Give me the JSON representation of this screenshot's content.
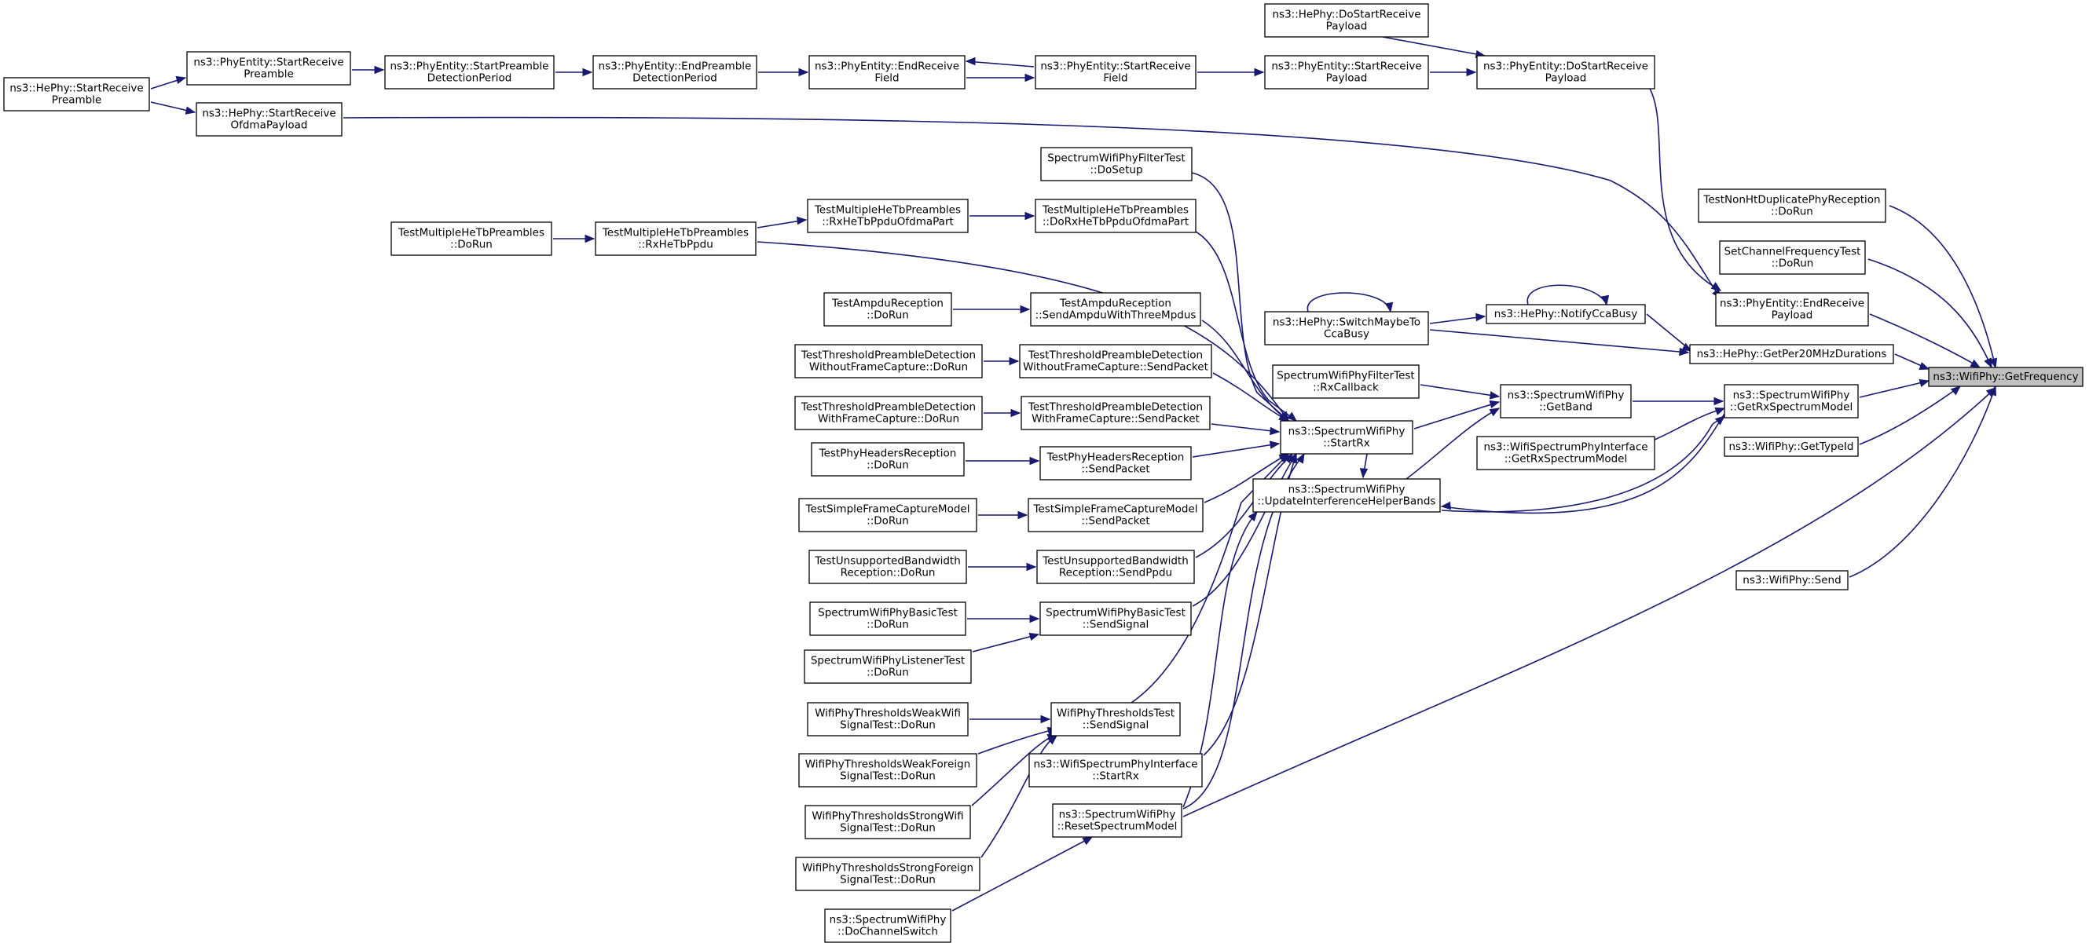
{
  "graph": {
    "colors": {
      "edge": "#191970",
      "node_border": "#000000",
      "root_fill": "#bfbfbf",
      "node_fill": "#ffffff",
      "background": "#ffffff"
    },
    "root": "ns3::WifiPhy::GetFrequency",
    "nodes": [
      {
        "id": "n0",
        "lines": [
          "ns3::WifiPhy::GetFrequency"
        ]
      },
      {
        "id": "n1",
        "lines": [
          "TestNonHtDuplicatePhyReception",
          "::DoRun"
        ]
      },
      {
        "id": "n2",
        "lines": [
          "SetChannelFrequencyTest",
          "::DoRun"
        ]
      },
      {
        "id": "n3",
        "lines": [
          "ns3::PhyEntity::EndReceive",
          "Payload"
        ]
      },
      {
        "id": "n4",
        "lines": [
          "ns3::HePhy::GetPer20MHzDurations"
        ]
      },
      {
        "id": "n5",
        "lines": [
          "ns3::SpectrumWifiPhy",
          "::GetRxSpectrumModel"
        ]
      },
      {
        "id": "n6",
        "lines": [
          "ns3::WifiPhy::GetTypeId"
        ]
      },
      {
        "id": "n7",
        "lines": [
          "ns3::WifiPhy::Send"
        ]
      },
      {
        "id": "n8",
        "lines": [
          "ns3::HePhy::DoStartReceive",
          "Payload"
        ]
      },
      {
        "id": "n9",
        "lines": [
          "ns3::PhyEntity::DoStartReceive",
          "Payload"
        ]
      },
      {
        "id": "n10",
        "lines": [
          "ns3::PhyEntity::StartReceive",
          "Payload"
        ]
      },
      {
        "id": "n11",
        "lines": [
          "ns3::PhyEntity::StartReceive",
          "Field"
        ]
      },
      {
        "id": "n12",
        "lines": [
          "ns3::PhyEntity::EndReceive",
          "Field"
        ]
      },
      {
        "id": "n13",
        "lines": [
          "ns3::PhyEntity::EndPreamble",
          "DetectionPeriod"
        ]
      },
      {
        "id": "n14",
        "lines": [
          "ns3::PhyEntity::StartPreamble",
          "DetectionPeriod"
        ]
      },
      {
        "id": "n15",
        "lines": [
          "ns3::PhyEntity::StartReceive",
          "Preamble"
        ]
      },
      {
        "id": "n16",
        "lines": [
          "ns3::HePhy::StartReceive",
          "Preamble"
        ]
      },
      {
        "id": "n17",
        "lines": [
          "ns3::HePhy::StartReceive",
          "OfdmaPayload"
        ]
      },
      {
        "id": "n18",
        "lines": [
          "ns3::HePhy::NotifyCcaBusy"
        ]
      },
      {
        "id": "n19",
        "lines": [
          "ns3::HePhy::SwitchMaybeTo",
          "CcaBusy"
        ]
      },
      {
        "id": "n20",
        "lines": [
          "ns3::SpectrumWifiPhy",
          "::GetBand"
        ]
      },
      {
        "id": "n21",
        "lines": [
          "ns3::WifiSpectrumPhyInterface",
          "::GetRxSpectrumModel"
        ]
      },
      {
        "id": "n22",
        "lines": [
          "ns3::SpectrumWifiPhy",
          "::UpdateInterferenceHelperBands"
        ]
      },
      {
        "id": "n23",
        "lines": [
          "SpectrumWifiPhyFilterTest",
          "::RxCallback"
        ]
      },
      {
        "id": "n24",
        "lines": [
          "ns3::SpectrumWifiPhy",
          "::StartRx"
        ]
      },
      {
        "id": "n25",
        "lines": [
          "SpectrumWifiPhyFilterTest",
          "::DoSetup"
        ]
      },
      {
        "id": "n26",
        "lines": [
          "TestMultipleHeTbPreambles",
          "::DoRxHeTbPpduOfdmaPart"
        ]
      },
      {
        "id": "n27",
        "lines": [
          "TestMultipleHeTbPreambles",
          "::RxHeTbPpduOfdmaPart"
        ]
      },
      {
        "id": "n28",
        "lines": [
          "TestMultipleHeTbPreambles",
          "::RxHeTbPpdu"
        ]
      },
      {
        "id": "n29",
        "lines": [
          "TestMultipleHeTbPreambles",
          "::DoRun"
        ]
      },
      {
        "id": "n30",
        "lines": [
          "TestAmpduReception",
          "::SendAmpduWithThreeMpdus"
        ]
      },
      {
        "id": "n31",
        "lines": [
          "TestAmpduReception",
          "::DoRun"
        ]
      },
      {
        "id": "n32",
        "lines": [
          "TestThresholdPreambleDetection",
          "WithoutFrameCapture::SendPacket"
        ]
      },
      {
        "id": "n33",
        "lines": [
          "TestThresholdPreambleDetection",
          "WithoutFrameCapture::DoRun"
        ]
      },
      {
        "id": "n34",
        "lines": [
          "TestThresholdPreambleDetection",
          "WithFrameCapture::SendPacket"
        ]
      },
      {
        "id": "n35",
        "lines": [
          "TestThresholdPreambleDetection",
          "WithFrameCapture::DoRun"
        ]
      },
      {
        "id": "n36",
        "lines": [
          "TestPhyHeadersReception",
          "::SendPacket"
        ]
      },
      {
        "id": "n37",
        "lines": [
          "TestPhyHeadersReception",
          "::DoRun"
        ]
      },
      {
        "id": "n38",
        "lines": [
          "TestSimpleFrameCaptureModel",
          "::SendPacket"
        ]
      },
      {
        "id": "n39",
        "lines": [
          "TestSimpleFrameCaptureModel",
          "::DoRun"
        ]
      },
      {
        "id": "n40",
        "lines": [
          "TestUnsupportedBandwidth",
          "Reception::SendPpdu"
        ]
      },
      {
        "id": "n41",
        "lines": [
          "TestUnsupportedBandwidth",
          "Reception::DoRun"
        ]
      },
      {
        "id": "n42",
        "lines": [
          "SpectrumWifiPhyBasicTest",
          "::SendSignal"
        ]
      },
      {
        "id": "n43",
        "lines": [
          "SpectrumWifiPhyBasicTest",
          "::DoRun"
        ]
      },
      {
        "id": "n44",
        "lines": [
          "SpectrumWifiPhyListenerTest",
          "::DoRun"
        ]
      },
      {
        "id": "n45",
        "lines": [
          "WifiPhyThresholdsTest",
          "::SendSignal"
        ]
      },
      {
        "id": "n46",
        "lines": [
          "WifiPhyThresholdsWeakWifi",
          "SignalTest::DoRun"
        ]
      },
      {
        "id": "n47",
        "lines": [
          "WifiPhyThresholdsWeakForeign",
          "SignalTest::DoRun"
        ]
      },
      {
        "id": "n48",
        "lines": [
          "WifiPhyThresholdsStrongWifi",
          "SignalTest::DoRun"
        ]
      },
      {
        "id": "n49",
        "lines": [
          "WifiPhyThresholdsStrongForeign",
          "SignalTest::DoRun"
        ]
      },
      {
        "id": "n50",
        "lines": [
          "ns3::WifiSpectrumPhyInterface",
          "::StartRx"
        ]
      },
      {
        "id": "n51",
        "lines": [
          "ns3::SpectrumWifiPhy",
          "::ResetSpectrumModel"
        ]
      },
      {
        "id": "n52",
        "lines": [
          "ns3::SpectrumWifiPhy",
          "::DoChannelSwitch"
        ]
      }
    ]
  }
}
